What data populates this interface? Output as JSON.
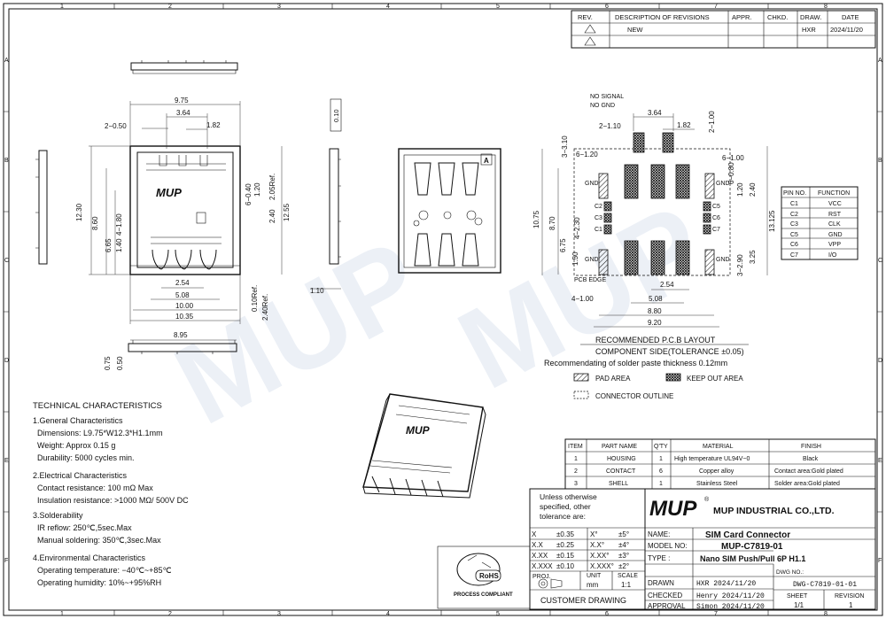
{
  "grid": {
    "cols": [
      "1",
      "2",
      "3",
      "4",
      "5",
      "6",
      "7",
      "8"
    ],
    "rows": [
      "A",
      "B",
      "C",
      "D",
      "E",
      "F"
    ]
  },
  "revisions": {
    "headers": [
      "REV.",
      "DESCRIPTION OF REVISIONS",
      "APPR.",
      "CHKD.",
      "DRAW.",
      "DATE"
    ],
    "row": {
      "desc": "NEW",
      "draw": "HXR",
      "date": "2024/11/20"
    }
  },
  "dims_front": {
    "d975": "9.75",
    "d364": "3.64",
    "d182": "1.82",
    "d2_050": "2−0.50",
    "d1230": "12.30",
    "d860": "8.60",
    "d665": "6.65",
    "d140": "1.40",
    "d4_180": "4−1.80",
    "d6_040": "6−0.40",
    "d120": "1.20",
    "d205": "2.05Ref.",
    "d1255": "12.55",
    "d2_240": "2.40",
    "d254": "2.54",
    "d508": "5.08",
    "d1000": "10.00",
    "d1035": "10.35",
    "d010": "0.10Ref.",
    "d240ref": "2.40Ref.",
    "d895": "8.95",
    "d075": "0.75",
    "d050": "0.50",
    "d110": "1.10",
    "flat": "0.10",
    "logo": "MUP"
  },
  "pcb": {
    "labels": {
      "nosignal": "NO SIGNAL",
      "nognd": "NO GND",
      "gnd": "GND",
      "pcbedge": "PCB EDGE"
    },
    "pins_left": [
      "C2",
      "C3",
      "C1"
    ],
    "pins_right": [
      "C5",
      "C6",
      "C7"
    ],
    "dims": {
      "d364": "3.64",
      "d182": "1.82",
      "d2_110": "2−1.10",
      "d3_310": "3−3.10",
      "d6_120": "6−1.20",
      "d1075": "10.75",
      "d870": "8.70",
      "d675": "6.75",
      "d4_230": "4−2.30",
      "d150": "1.50",
      "d4_100": "4−1.00",
      "d2_100": "2−1.00",
      "d6_100": "6−1.00",
      "d6_080": "6−0.80",
      "d120": "1.20",
      "d240": "2.40",
      "d13125": "13.125",
      "d3_290": "3−2.90",
      "d325": "3.25",
      "d254": "2.54",
      "d508": "5.08",
      "d880": "8.80",
      "d920": "9.20"
    },
    "title": "RECOMMENDED P.C.B LAYOUT",
    "sub": "COMPONENT SIDE(TOLERANCE ±0.05)",
    "paste": "Recommendating of  solder paste thickness 0.12mm",
    "legend": {
      "pad": "PAD AREA",
      "keep": "KEEP OUT AREA",
      "outline": "CONNECTOR OUTLINE"
    }
  },
  "pin_table": {
    "headers": [
      "PIN NO.",
      "FUNCTION"
    ],
    "rows": [
      [
        "C1",
        "VCC"
      ],
      [
        "C2",
        "RST"
      ],
      [
        "C3",
        "CLK"
      ],
      [
        "C5",
        "GND"
      ],
      [
        "C6",
        "VPP"
      ],
      [
        "C7",
        "I/O"
      ]
    ]
  },
  "tech": {
    "title": "TECHNICAL CHARACTERISTICS",
    "lines": [
      "1.General Characteristics",
      "  Dimensions: L9.75*W12.3*H1.1mm",
      "  Weight: Approx 0.15 g",
      "  Durability: 5000 cycles min.",
      "2.Electrical Characteristics",
      "  Contact resistance:  100 mΩ Max",
      "  Insulation resistance: >1000 MΩ/ 500V DC",
      "3.Solderability",
      "  IR reflow: 250℃,5sec.Max",
      "  Manual soldering: 350℃,3sec.Max",
      "4.Environmental Characteristics",
      "  Operating temperature: −40℃~+85℃",
      "  Operating humidity: 10%~+95%RH"
    ]
  },
  "bom": {
    "headers": [
      "ITEM",
      "PART NAME",
      "Q'TY",
      "MATERIAL",
      "FINISH"
    ],
    "rows": [
      [
        "1",
        "HOUSING",
        "1",
        "High temperature UL94V−0",
        "Black"
      ],
      [
        "2",
        "CONTACT",
        "6",
        "Copper alloy",
        "Contact area:Gold plated"
      ],
      [
        "3",
        "SHELL",
        "1",
        "Stainless Steel",
        "Solder area:Gold plated"
      ]
    ]
  },
  "tolerance": {
    "intro": [
      "Unless otherwise",
      "specified, other",
      "tolerance are:"
    ],
    "rows": [
      [
        "X",
        "±0.35",
        "X°",
        "±5°"
      ],
      [
        "X.X",
        "±0.25",
        "X.X°",
        "±4°"
      ],
      [
        "X.XX",
        "±0.15",
        "X.XX°",
        "±3°"
      ],
      [
        "X.XXX",
        "±0.10",
        "X.XXX°",
        "±2°"
      ]
    ],
    "proj": "PROJ.",
    "unit": "UNIT",
    "unit_val": "mm",
    "scale": "SCALE",
    "scale_val": "1:1",
    "custom": "CUSTOMER  DRAWING"
  },
  "title_block": {
    "logo": "MUP",
    "company": "MUP INDUSTRIAL CO.,LTD.",
    "name_label": "NAME:",
    "name": "SIM Card Connector",
    "model_label": "MODEL NO:",
    "model": "MUP-C7819-01",
    "type_label": "TYPE :",
    "type": "Nano SIM  Push/Pull  6P H1.1",
    "drawn_label": "DRAWN",
    "drawn": "HXR 2024/11/20",
    "checked_label": "CHECKED",
    "checked": "Henry 2024/11/20",
    "approval_label": "APPROVAL",
    "approval": "Simon 2024/11/20",
    "dwg_label": "DWG NO.:",
    "dwg": "DWG-C7819-01-01",
    "sheet_label": "SHEET",
    "sheet": "1/1",
    "rev_label": "REVISION",
    "rev": "1",
    "rohs": "RoHS",
    "rohs_sub": "PROCESS COMPLIANT"
  },
  "watermark": "MUP"
}
